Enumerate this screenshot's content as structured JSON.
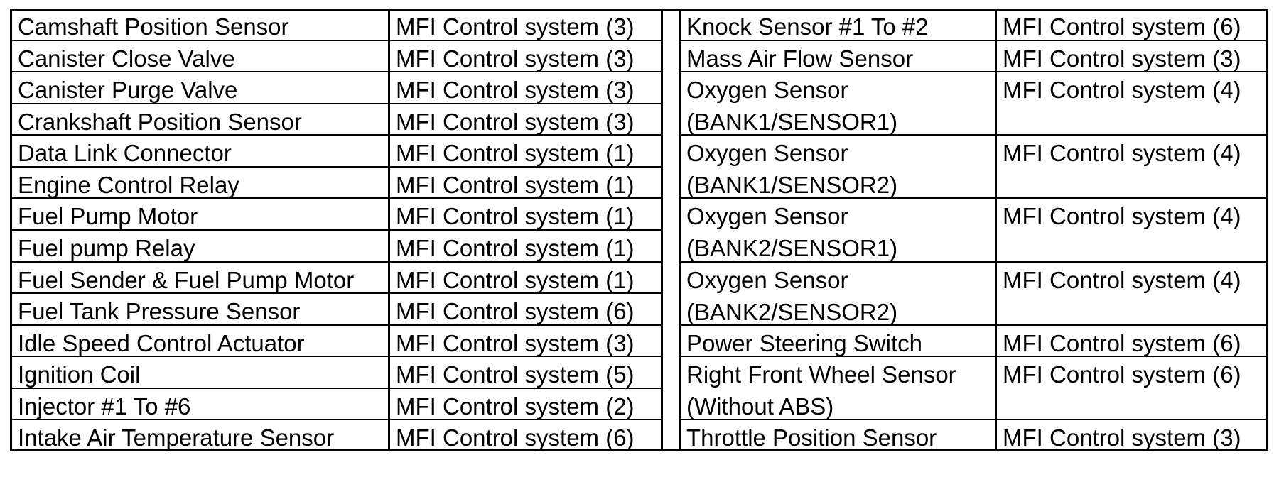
{
  "left": [
    {
      "component": "Camshaft Position Sensor",
      "location": "MFI Control system (3)"
    },
    {
      "component": "Canister Close Valve",
      "location": "MFI Control system (3)"
    },
    {
      "component": "Canister Purge Valve",
      "location": "MFI Control system (3)"
    },
    {
      "component": "Crankshaft Position Sensor",
      "location": "MFI Control system (3)"
    },
    {
      "component": "Data Link Connector",
      "location": "MFI Control system (1)"
    },
    {
      "component": "Engine Control Relay",
      "location": "MFI Control system (1)"
    },
    {
      "component": "Fuel Pump Motor",
      "location": "MFI Control system (1)"
    },
    {
      "component": "Fuel pump Relay",
      "location": "MFI Control system (1)"
    },
    {
      "component": "Fuel Sender & Fuel Pump Motor",
      "location": "MFI Control system (1)"
    },
    {
      "component": "Fuel Tank Pressure Sensor",
      "location": "MFI Control system (6)"
    },
    {
      "component": "Idle Speed Control Actuator",
      "location": "MFI Control system (3)"
    },
    {
      "component": "Ignition Coil",
      "location": "MFI Control system (5)"
    },
    {
      "component": "Injector #1 To #6",
      "location": "MFI Control system (2)"
    },
    {
      "component": "Intake Air Temperature Sensor",
      "location": "MFI Control system (6)"
    }
  ],
  "right": [
    {
      "component": "Knock Sensor #1 To #2",
      "location": "MFI Control system (6)",
      "span": 1
    },
    {
      "component": "Mass Air Flow Sensor",
      "location": "MFI Control system (3)",
      "span": 1
    },
    {
      "component": "Oxygen Sensor (BANK1/SENSOR1)",
      "location": "MFI Control system (4)",
      "span": 2
    },
    {
      "component": "Oxygen Sensor (BANK1/SENSOR2)",
      "location": "MFI Control system (4)",
      "span": 2
    },
    {
      "component": "Oxygen Sensor (BANK2/SENSOR1)",
      "location": "MFI Control system (4)",
      "span": 2
    },
    {
      "component": "Oxygen Sensor (BANK2/SENSOR2)",
      "location": "MFI Control system (4)",
      "span": 2
    },
    {
      "component": "Power Steering Switch",
      "location": "MFI Control system (6)",
      "span": 1
    },
    {
      "component": "Right Front Wheel Sensor (Without ABS)",
      "location": "MFI Control system (6)",
      "span": 2
    },
    {
      "component": "Throttle Position Sensor",
      "location": "MFI Control system (3)",
      "span": 1
    }
  ]
}
